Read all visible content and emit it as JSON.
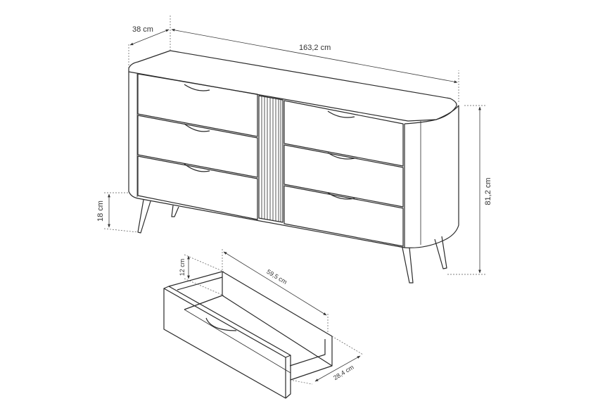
{
  "dimensions": {
    "depth": "38 cm",
    "width": "163,2 cm",
    "height": "81,2 cm",
    "leg_height": "18 cm",
    "drawer_height": "12 cm",
    "drawer_length": "59,5 cm",
    "drawer_width": "28,4 cm"
  }
}
